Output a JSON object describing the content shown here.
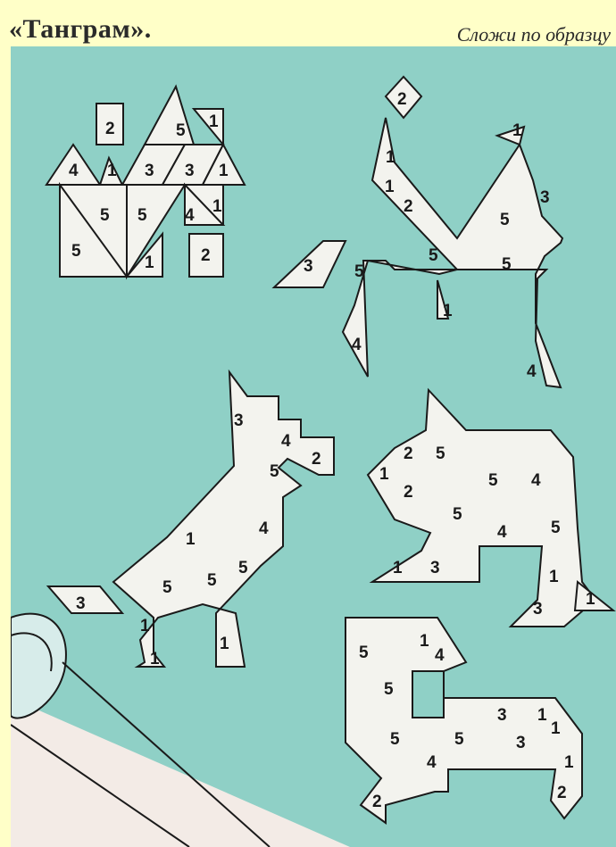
{
  "header": {
    "title": "«Танграм».",
    "subtitle": "Сложи по образцу"
  },
  "colors": {
    "page_bg": "#ffffc8",
    "board": "#8fd0c6",
    "piece_fill": "#f3f3ee",
    "outline": "#1a1a1a"
  },
  "figures": {
    "house": {
      "labels": [
        "2",
        "5",
        "1",
        "4",
        "1",
        "3",
        "3",
        "1",
        "5",
        "5",
        "4",
        "1",
        "5",
        "1",
        "2"
      ]
    },
    "horse": {
      "labels": [
        "2",
        "1",
        "1",
        "2",
        "1",
        "3",
        "5",
        "3",
        "5",
        "5",
        "5",
        "1",
        "4",
        "4"
      ]
    },
    "dog_standing": {
      "labels": [
        "3",
        "4",
        "2",
        "5",
        "4",
        "1",
        "5",
        "5",
        "5",
        "3",
        "1",
        "1",
        "1"
      ]
    },
    "cat": {
      "labels": [
        "1",
        "2",
        "5",
        "2",
        "5",
        "4",
        "5",
        "4",
        "5",
        "1",
        "3",
        "1",
        "3",
        "1"
      ]
    },
    "lying_animal": {
      "labels": [
        "5",
        "1",
        "4",
        "5",
        "5",
        "3",
        "1",
        "1",
        "5",
        "3",
        "4",
        "1",
        "2",
        "2"
      ]
    }
  }
}
